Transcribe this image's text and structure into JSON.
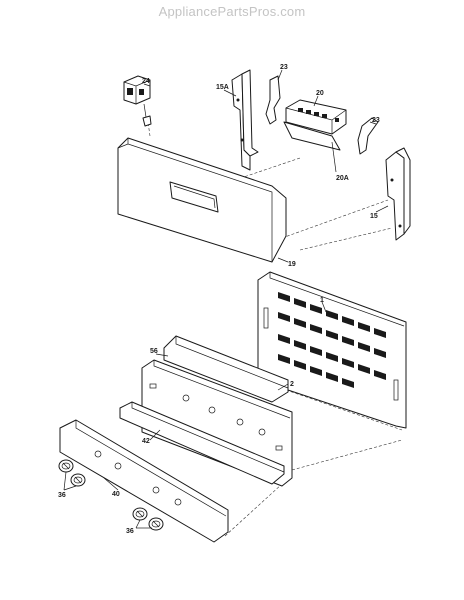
{
  "watermark": "AppliancePartsPros.com",
  "callouts": {
    "c24": "24",
    "c15a": "15A",
    "c23a": "23",
    "c20": "20",
    "c23b": "23",
    "c20a": "20A",
    "c15": "15",
    "c19": "19",
    "c1": "1",
    "c56": "56",
    "c2": "2",
    "c42": "42",
    "c36a": "36",
    "c40": "40",
    "c36b": "36"
  }
}
